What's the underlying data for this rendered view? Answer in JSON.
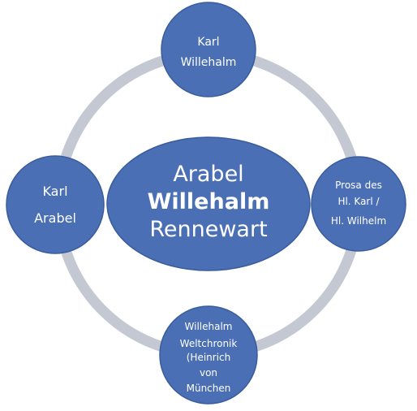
{
  "diagram": {
    "center": {
      "line1": "Arabel",
      "line2": "Willehalm",
      "line3": "Rennewart"
    },
    "top": {
      "line1": "Karl",
      "line2": "Willehalm"
    },
    "left": {
      "line1": "Karl",
      "line2": "Arabel"
    },
    "right": {
      "line1": "Prosa des",
      "line2": "Hl. Karl /",
      "line3": "Hl. Wilhelm"
    },
    "bottom": {
      "line1": "Willehalm",
      "line2": "Weltchronik",
      "line3": "(Heinrich",
      "line4": "von",
      "line5": "München"
    },
    "colors": {
      "node_fill": "#4a6fb5",
      "node_stroke": "#3a5c9c",
      "ring": "#c3c8d2"
    }
  }
}
